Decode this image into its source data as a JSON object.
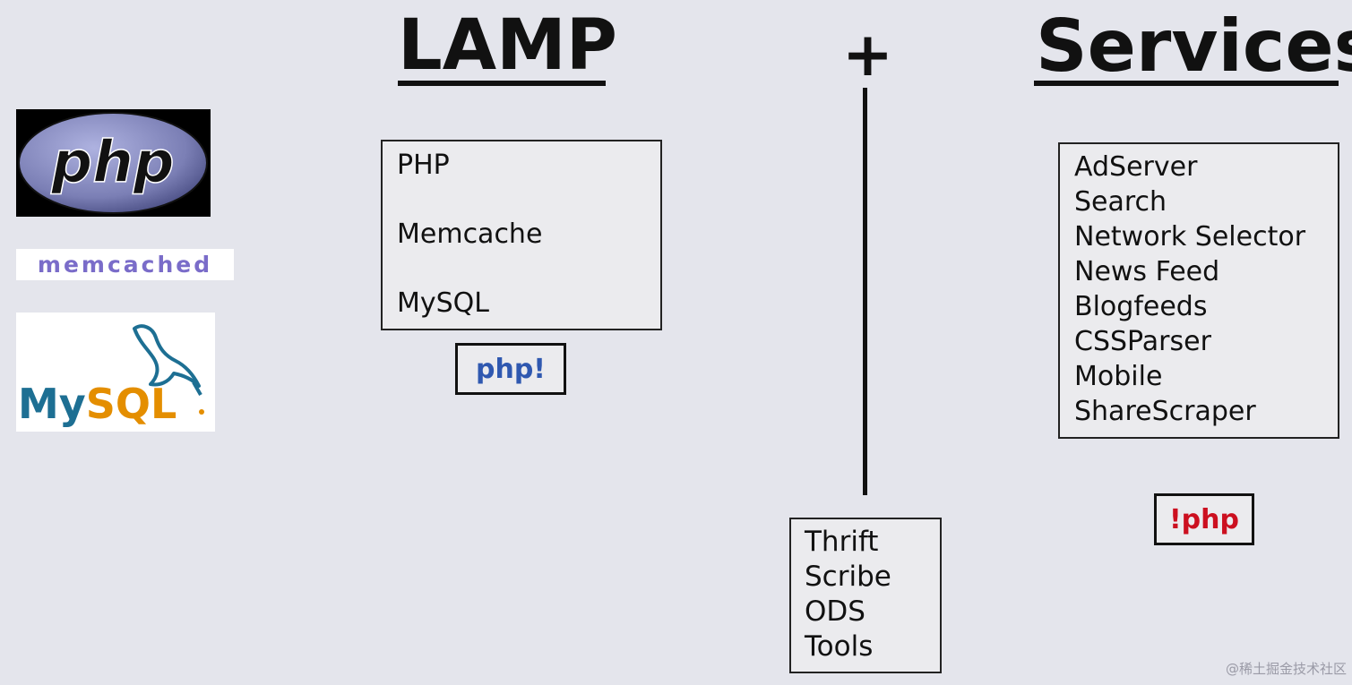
{
  "lamp": {
    "title": "LAMP",
    "items": [
      "PHP",
      "Memcache",
      "MySQL"
    ],
    "badge": "php!"
  },
  "plus": "+",
  "services": {
    "title": "Services",
    "items": [
      "AdServer",
      "Search",
      "Network Selector",
      "News Feed",
      "Blogfeeds",
      "CSSParser",
      "Mobile",
      "ShareScraper"
    ],
    "badge": "!php"
  },
  "tools": {
    "items": [
      "Thrift",
      "Scribe",
      "ODS",
      "Tools"
    ]
  },
  "logos": {
    "php": "php",
    "memcached": "memcached",
    "mysql": "MySQL"
  },
  "watermark": "@稀土掘金技术社区",
  "colors": {
    "background": "#e4e5ec",
    "php_badge": "#2f58b0",
    "notphp_badge": "#cc1020",
    "php_logo_oval": "#7b7fb5",
    "memcached_text": "#7a6cc9",
    "mysql_blue": "#1d6f93",
    "mysql_orange": "#e48e00"
  }
}
